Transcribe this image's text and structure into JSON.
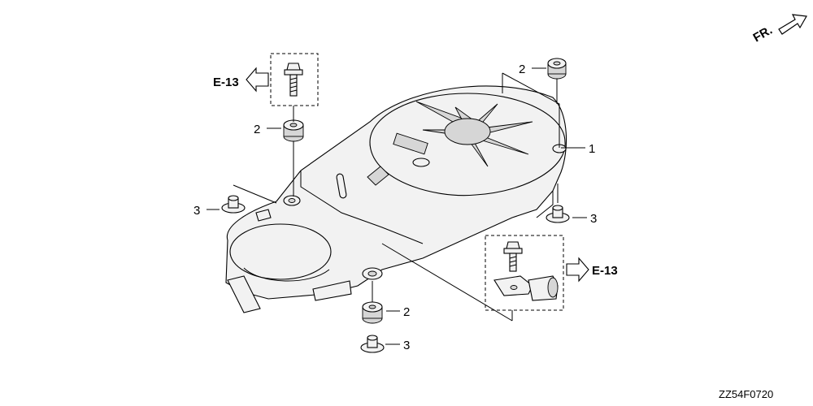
{
  "diagram_code": "ZZ54F0720",
  "direction_marker": "FR.",
  "refs": {
    "left": "E-13",
    "right": "E-13"
  },
  "callouts": {
    "c1": "1",
    "c2_top_right": "2",
    "c2_left": "2",
    "c2_bottom": "2",
    "c3_left": "3",
    "c3_right": "3",
    "c3_bottom": "3"
  }
}
